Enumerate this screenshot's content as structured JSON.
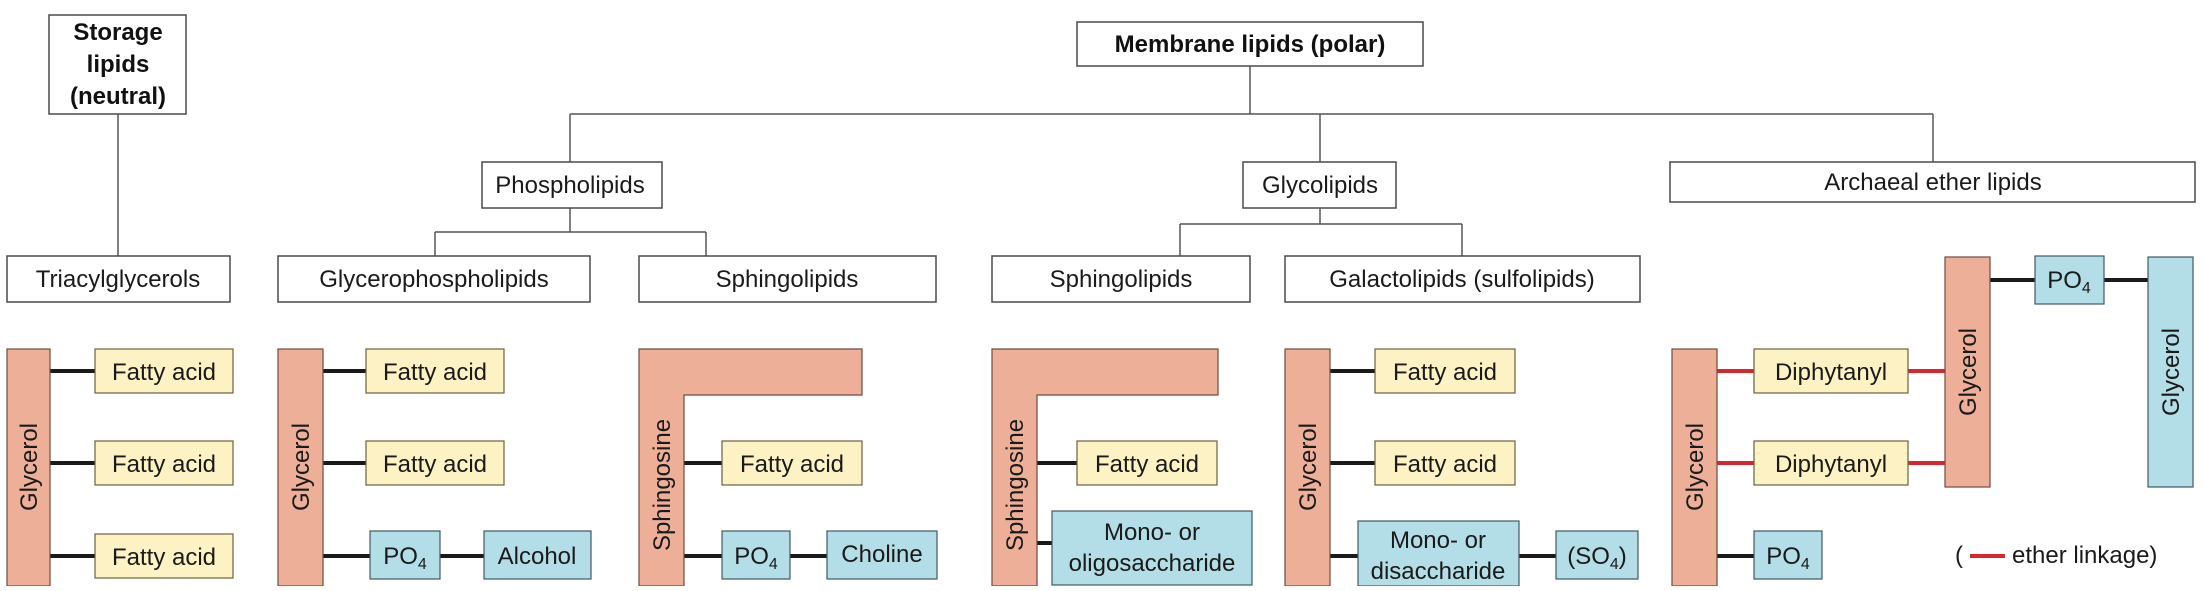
{
  "headers": {
    "storage": [
      "Storage",
      "lipids",
      "(neutral)"
    ],
    "membrane": "Membrane lipids (polar)"
  },
  "categories": {
    "phospholipids": "Phospholipids",
    "glycolipids": "Glycolipids",
    "archaeal": "Archaeal ether lipids"
  },
  "subcategories": {
    "triacylglycerols": "Triacylglycerols",
    "glycerophospholipids": "Glycerophospholipids",
    "sphingolipids_phospho": "Sphingolipids",
    "sphingolipids_glyco": "Sphingolipids",
    "galactolipids": "Galactolipids (sulfolipids)"
  },
  "structures": {
    "glycerol": "Glycerol",
    "sphingosine": "Sphingosine",
    "fatty_acid": "Fatty acid",
    "po4_base": "PO",
    "po4_sub": "4",
    "alcohol": "Alcohol",
    "choline": "Choline",
    "mono_oligo": [
      "Mono- or",
      "oligosaccharide"
    ],
    "mono_di": [
      "Mono- or",
      "disaccharide"
    ],
    "so4_open": "(SO",
    "so4_sub": "4",
    "so4_close": ")",
    "diphytanyl": "Diphytanyl"
  },
  "legend": {
    "open": "(",
    "text": "ether linkage)",
    "color": "#d6262f"
  },
  "colors": {
    "backbone": "#eeaf98",
    "fatty_acid": "#fdf2c3",
    "head_group": "#b3dde7"
  }
}
